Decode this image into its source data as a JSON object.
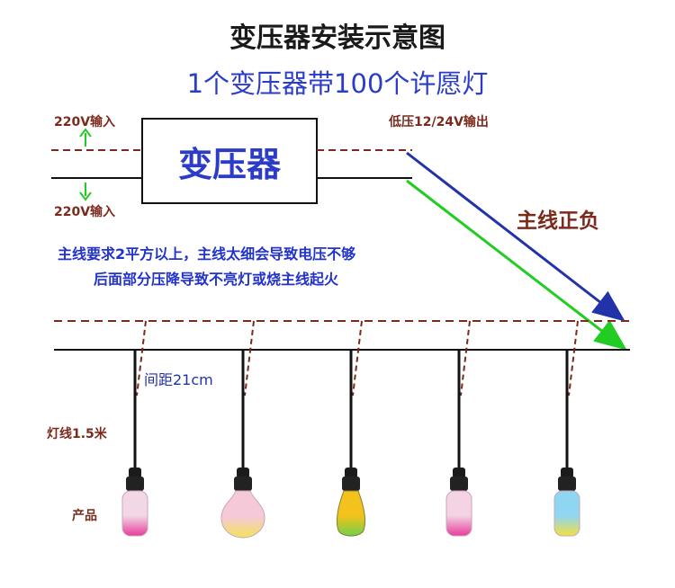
{
  "header": {
    "title": "变压器安装示意图",
    "subtitle": "1个变压器带100个许愿灯"
  },
  "transformer": {
    "label": "变压器",
    "input_top_label": "220V输入",
    "input_bottom_label": "220V输入",
    "output_label": "低压12/24V输出"
  },
  "main_line": {
    "label": "主线正负"
  },
  "warning": {
    "line1": "主线要求2平方以上，主线太细会导致电压不够",
    "line2": "后面部分压降导致不亮灯或烧主线起火"
  },
  "annotations": {
    "spacing": "间距21cm",
    "cord_length": "灯线1.5米",
    "product": "产品"
  },
  "colors": {
    "dark_red": "#7b2a1c",
    "blue": "#2233aa",
    "green": "#22cc22",
    "title_black": "#1a1a1a",
    "box_text_blue": "#2a3cc8"
  },
  "bulbs": [
    {
      "name": "pink-bottle",
      "shape": "bottle",
      "color_top": "#f2d7e6",
      "color_bottom": "#e83b9b"
    },
    {
      "name": "globe-flower",
      "shape": "globe",
      "color_top": "#f6c9d8",
      "color_bottom": "#f2e35a"
    },
    {
      "name": "cone-yellow",
      "shape": "cone",
      "color_top": "#f3c21c",
      "color_bottom": "#6fd14a"
    },
    {
      "name": "pink-bottle-2",
      "shape": "bottle",
      "color_top": "#f3d3e4",
      "color_bottom": "#e83b9b"
    },
    {
      "name": "rainbow-bottle",
      "shape": "bottle",
      "color_top": "#8fd6f2",
      "color_bottom": "#f2e040"
    }
  ]
}
